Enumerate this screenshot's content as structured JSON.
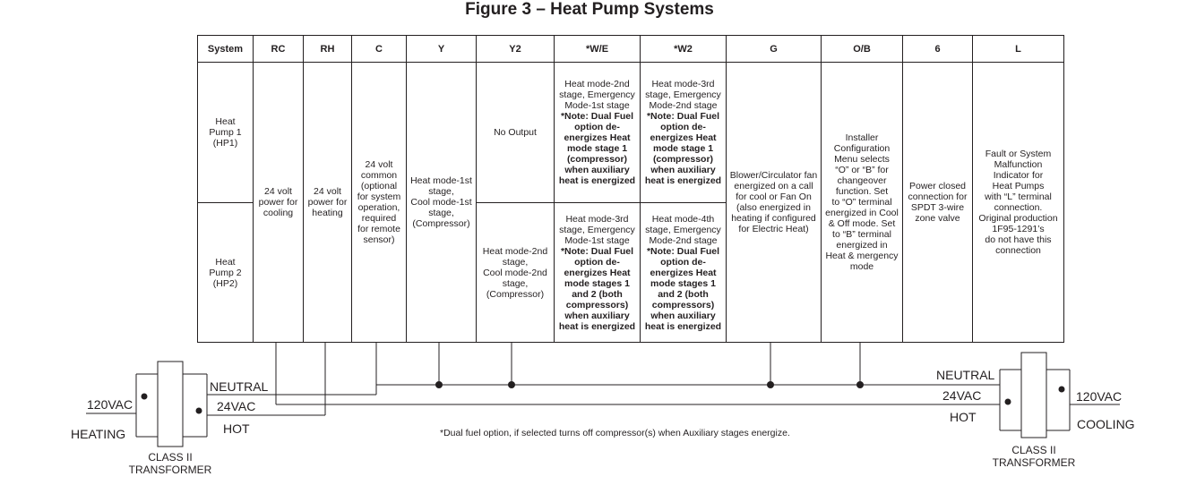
{
  "title": "Figure 3 – Heat Pump Systems",
  "table": {
    "headers": [
      "System",
      "RC",
      "RH",
      "C",
      "Y",
      "Y2",
      "*W/E",
      "*W2",
      "G",
      "O/B",
      "6",
      "L"
    ],
    "system_hp1": "Heat\nPump 1\n(HP1)",
    "system_hp2": "Heat\nPump 2\n(HP2)",
    "rc": "24 volt\npower for\ncooling",
    "rh": "24 volt\npower for\nheating",
    "c": "24 volt\ncommon\n(optional\nfor system\noperation,\nrequired\nfor remote\nsensor)",
    "y": "Heat mode-1st\nstage,\nCool mode-1st\nstage,\n(Compressor)",
    "y2_hp1": "No Output",
    "y2_hp2": "Heat mode-2nd\nstage,\nCool mode-2nd\nstage,\n(Compressor)",
    "we_hp1_text": "Heat mode-2nd\nstage, Emergency\nMode-1st stage",
    "we_hp1_note": "*Note: Dual Fuel\noption de-\nenergizes Heat\nmode stage 1\n(compressor)\nwhen auxiliary\nheat is energized",
    "w2_hp1_text": "Heat mode-3rd\nstage, Emergency\nMode-2nd stage",
    "w2_hp1_note": "*Note: Dual Fuel\noption de-\nenergizes Heat\nmode stage 1\n(compressor)\nwhen auxiliary\nheat is energized",
    "we_hp2_text": "Heat mode-3rd\nstage, Emergency\nMode-1st stage",
    "we_hp2_note": "*Note: Dual Fuel\noption de-\nenergizes Heat\nmode stages 1\nand 2 (both\ncompressors)\nwhen auxiliary\nheat is energized",
    "w2_hp2_text": "Heat mode-4th\nstage, Emergency\nMode-2nd stage",
    "w2_hp2_note": "*Note: Dual Fuel\noption de-\nenergizes Heat\nmode stages 1\nand 2 (both\ncompressors)\nwhen auxiliary\nheat is energized",
    "g": "Blower/Circulator fan\nenergized on a call\nfor cool or Fan On\n(also energized in\nheating if configured\nfor Electric Heat)",
    "ob": "Installer\nConfiguration\nMenu selects\n“O” or “B” for\nchangeover\nfunction. Set\nto “O” terminal\nenergized in Cool\n& Off mode. Set\nto “B” terminal\nenergized in\nHeat & mergency\nmode",
    "six": "Power closed\nconnection for\nSPDT 3-wire\nzone valve",
    "l": "Fault or System\nMalfunction\nIndicator for\nHeat Pumps\nwith “L” terminal\nconnection.\nOriginal production\n1F95-1291’s\ndo not have this\nconnection"
  },
  "wiring": {
    "left": {
      "neutral": "NEUTRAL",
      "v24": "24VAC",
      "v120": "120VAC",
      "hot": "HOT",
      "mode": "HEATING",
      "transformer": "CLASS II\nTRANSFORMER"
    },
    "right": {
      "neutral": "NEUTRAL",
      "v24": "24VAC",
      "v120": "120VAC",
      "hot": "HOT",
      "mode": "COOLING",
      "transformer": "CLASS II\nTRANSFORMER"
    }
  },
  "footnote": "*Dual fuel option, if selected turns off compressor(s) when Auxiliary stages energize."
}
